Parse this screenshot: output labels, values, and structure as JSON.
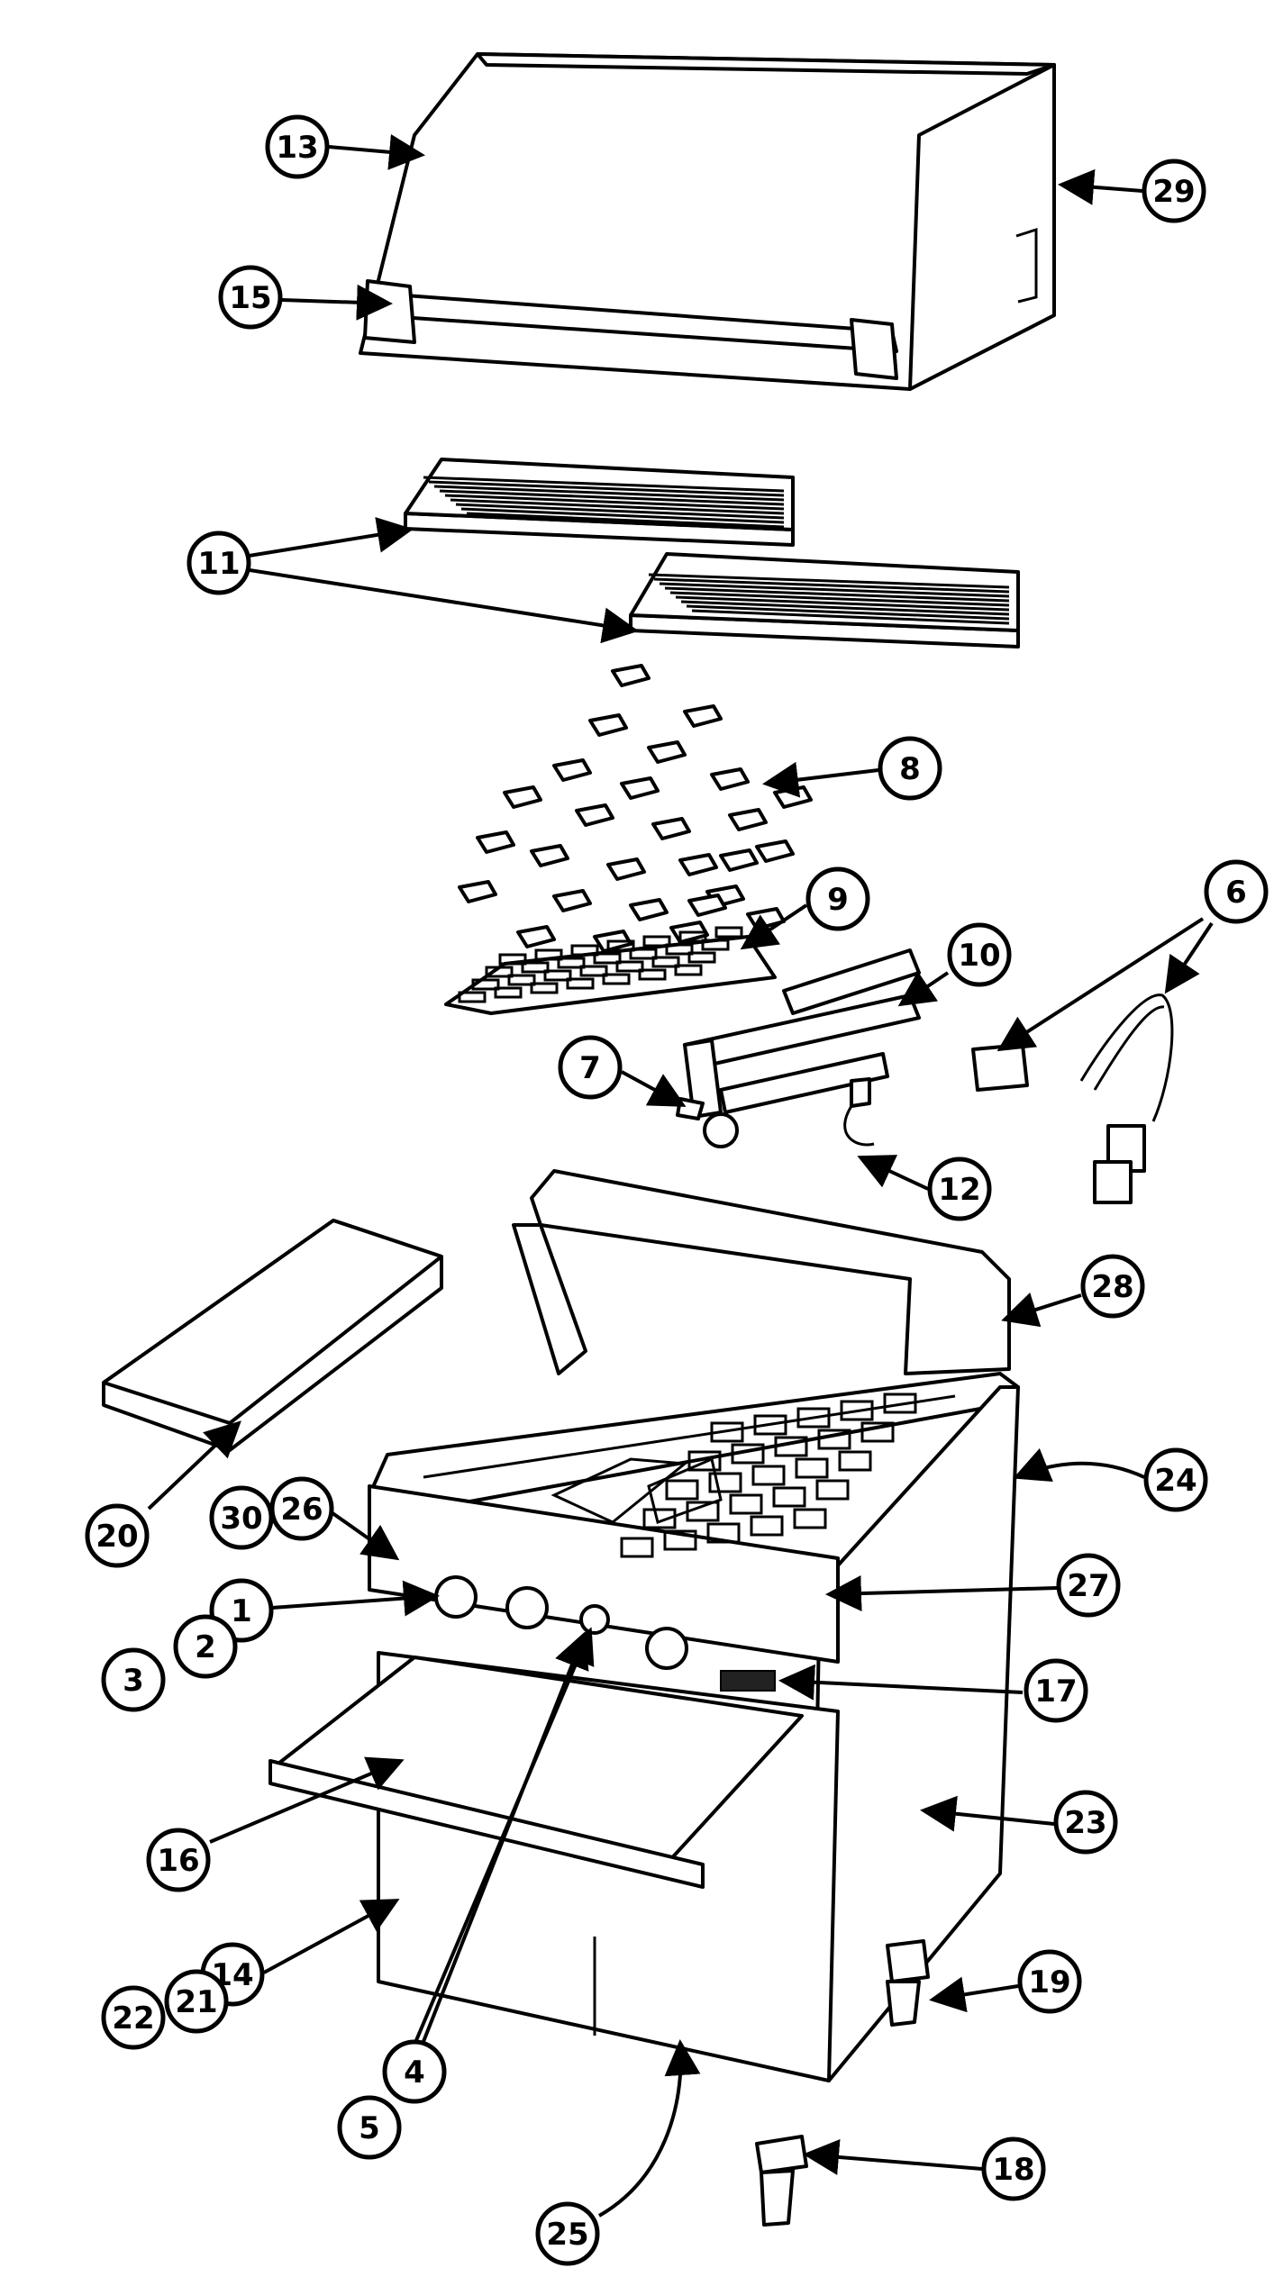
{
  "diagram": {
    "callouts": [
      "13",
      "29",
      "15",
      "11",
      "8",
      "9",
      "6",
      "10",
      "7",
      "12",
      "28",
      "20",
      "24",
      "30",
      "26",
      "1",
      "27",
      "2",
      "3",
      "17",
      "16",
      "23",
      "19",
      "14",
      "21",
      "22",
      "4",
      "5",
      "18",
      "25"
    ]
  }
}
